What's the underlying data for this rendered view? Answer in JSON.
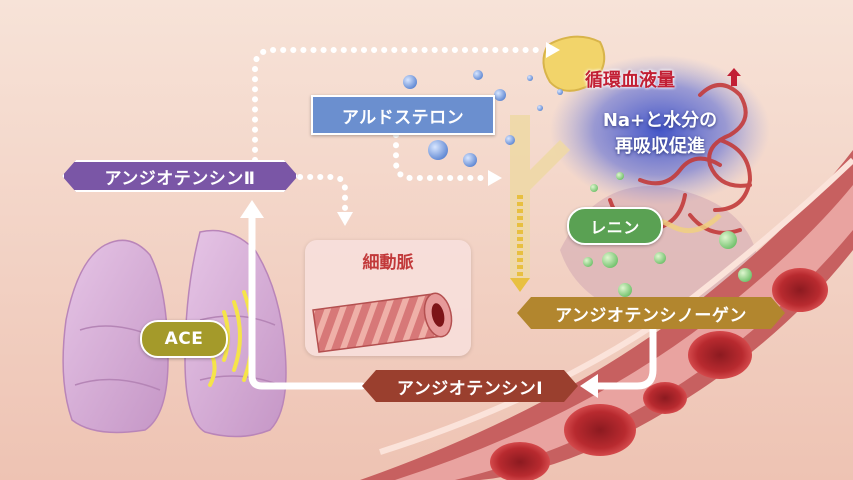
{
  "labels": {
    "angiotensin_ii": "アンジオテンシンⅡ",
    "angiotensin_i": "アンジオテンシンⅠ",
    "angiotensinogen": "アンジオテンシノーゲン",
    "aldosterone": "アルドステロン",
    "renin": "レニン",
    "ace": "ACE",
    "arteriole": "細動脈",
    "blood_volume": "循環血液量",
    "reabsorption_line1": "Na+と水分の",
    "reabsorption_line2": "再吸収促進"
  },
  "colors": {
    "background": "#f3d4c6",
    "angiotensin": "#7a56a6",
    "angiotensin_i": "#9a3f2e",
    "angiotensinogen": "#b2862e",
    "aldosterone": "#6b8fcf",
    "renin": "#5aa153",
    "ace": "#a49a2a",
    "arrow": "#ffffff",
    "increase_arrow": "#c21f34"
  }
}
